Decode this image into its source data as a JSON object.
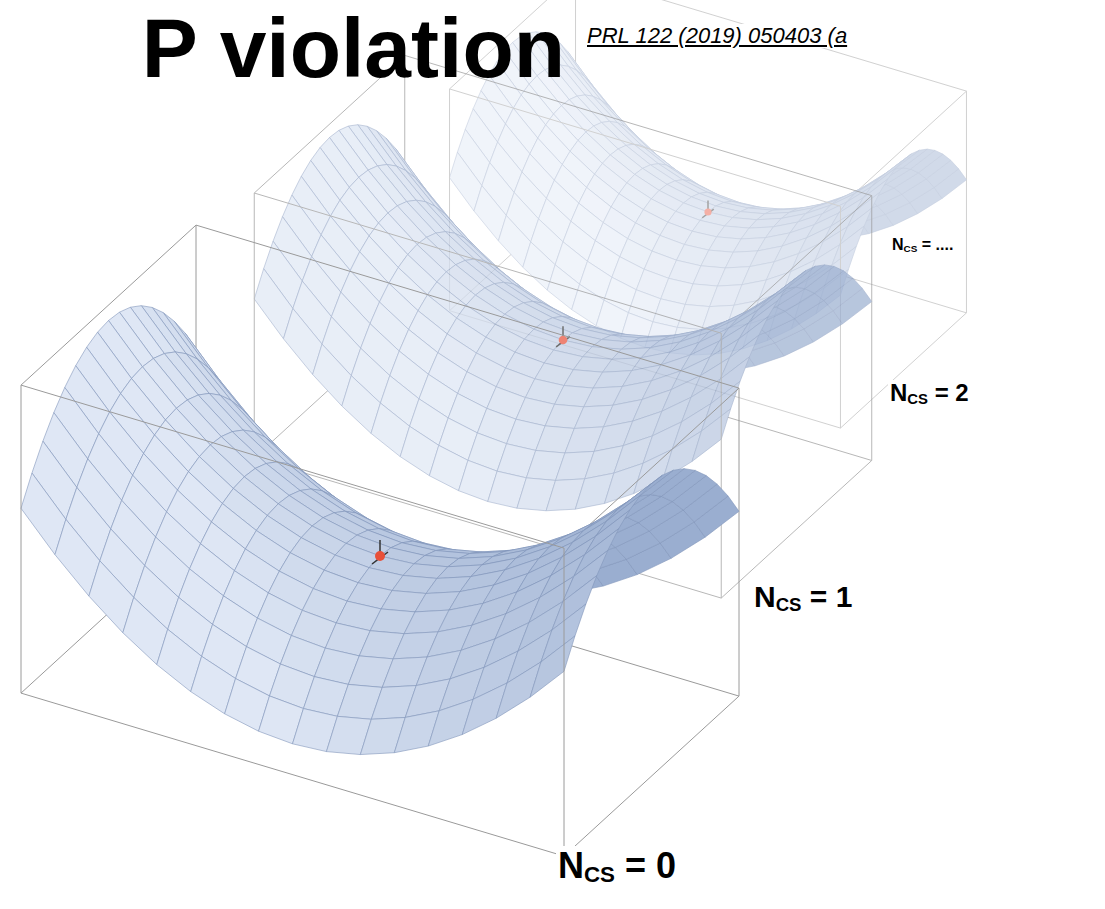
{
  "diagram": {
    "title": "P violation",
    "labels": [
      "PRL 122 (2019) 050403 (a",
      "NCS = ....",
      "NCS = 2",
      "NCS = 1",
      "NCS = 0"
    ]
  }
}
